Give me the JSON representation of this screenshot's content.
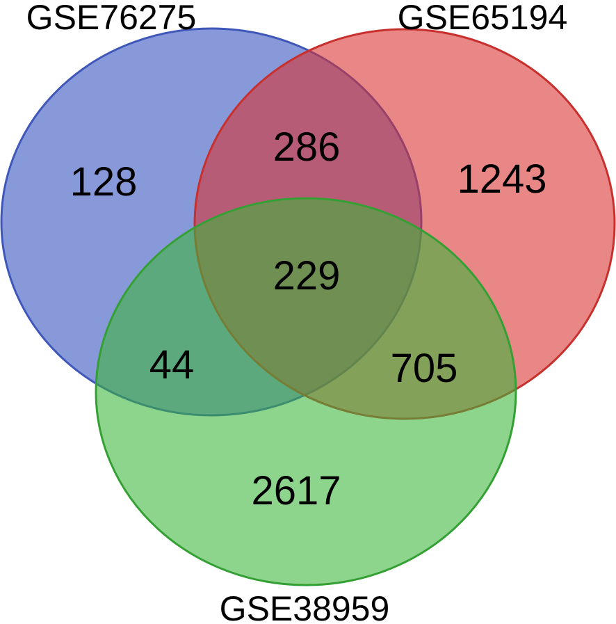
{
  "sets": [
    {
      "id": "a",
      "label": "GSE76275",
      "color": "#4b64c6"
    },
    {
      "id": "b",
      "label": "GSE65194",
      "color": "#d9312f"
    },
    {
      "id": "c",
      "label": "GSE38959",
      "color": "#3ab53a"
    }
  ],
  "regions": {
    "a_only": "128",
    "b_only": "1243",
    "c_only": "2617",
    "a_b": "286",
    "a_c": "44",
    "b_c": "705",
    "a_b_c": "229"
  }
}
